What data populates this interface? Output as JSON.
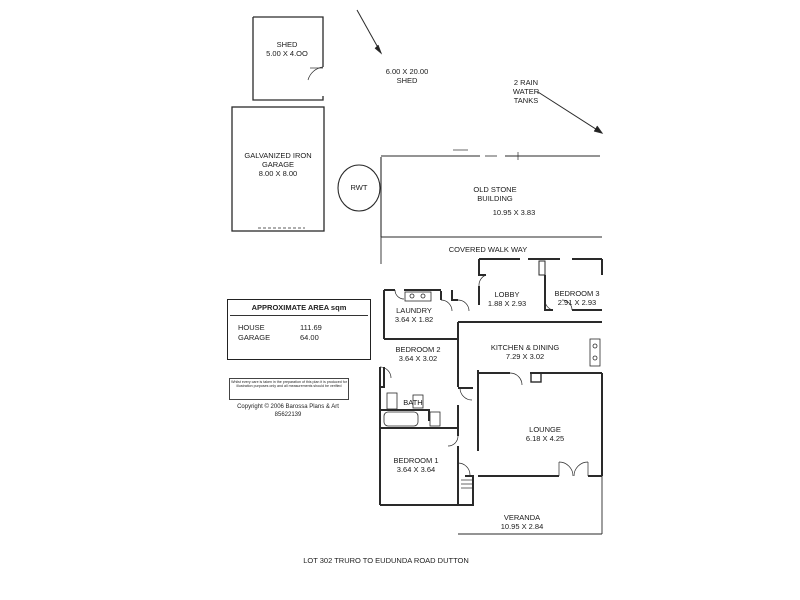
{
  "shed": {
    "name": "SHED",
    "size": "5.00 X 4.OO"
  },
  "shed_large": {
    "size": "6.00 X 20.00",
    "name": "SHED"
  },
  "rain_tanks": {
    "line1": "2 RAIN",
    "line2": "WATER",
    "line3": "TANKS"
  },
  "garage": {
    "line1": "GALVANIZED IRON",
    "line2": "GARAGE",
    "size": "8.00 X 8.00"
  },
  "rwt": {
    "label": "RWT"
  },
  "old_stone": {
    "line1": "OLD STONE",
    "line2": "BUILDING",
    "size": "10.95 X 3.83"
  },
  "covered_walkway": {
    "label": "COVERED WALK WAY"
  },
  "rooms": {
    "lobby": {
      "name": "LOBBY",
      "size": "1.88 X 2.93"
    },
    "bedroom3": {
      "name": "BEDROOM 3",
      "size": "2.91 X 2.93"
    },
    "laundry": {
      "name": "LAUNDRY",
      "size": "3.64 X 1.82"
    },
    "bedroom2": {
      "name": "BEDROOM 2",
      "size": "3.64 X 3.02"
    },
    "kitchen": {
      "name": "KITCHEN & DINING",
      "size": "7.29 X 3.02"
    },
    "bath": {
      "name": "BATH"
    },
    "lounge": {
      "name": "LOUNGE",
      "size": "6.18 X 4.25"
    },
    "bedroom1": {
      "name": "BEDROOM 1",
      "size": "3.64 X 3.64"
    },
    "veranda": {
      "name": "VERANDA",
      "size": "10.95 X 2.84"
    }
  },
  "area_table": {
    "title": "APPROXIMATE AREA sqm",
    "rows": [
      {
        "label": "HOUSE",
        "value": "111.69"
      },
      {
        "label": "GARAGE",
        "value": "64.00"
      }
    ]
  },
  "disclaimer": "Whilst every care is taken in the preparation of this plan it is produced for illustration purposes only and all measurements should be verified",
  "copyright": {
    "line1": "Copyright © 2006 Barossa Plans & Art",
    "line2": "85622139"
  },
  "footer": "LOT 302 TRURO TO EUDUNDA ROAD DUTTON"
}
